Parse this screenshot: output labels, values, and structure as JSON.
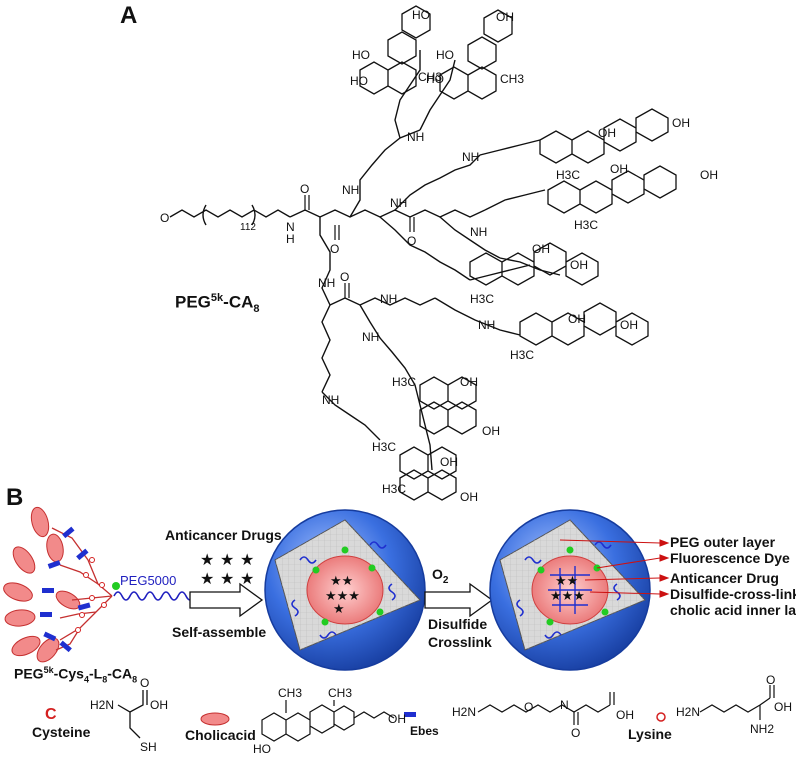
{
  "panels": {
    "a_label": "A",
    "b_label": "B"
  },
  "panel_a": {
    "polymer_name_main": "PEG",
    "polymer_name_sup": "5k",
    "polymer_name_dash": "-CA",
    "polymer_name_sub": "8",
    "peg_repeat": "112",
    "ch3_label": "CH3",
    "h3c_label": "H3C",
    "oh_label": "OH",
    "ho_label": "HO",
    "nh_label": "NH",
    "n_label": "N",
    "h_label": "H",
    "o_label": "O"
  },
  "panel_b": {
    "peg_chain_label": "PEG5000",
    "telodendrimer_name": {
      "p1": "PEG",
      "s1": "5k",
      "p2": "-Cys",
      "s2": "4",
      "p3": "-L",
      "s3": "8",
      "p4": "-CA",
      "s4": "8"
    },
    "step1_top": "Anticancer Drugs",
    "step1_bottom": "Self-assemble",
    "step2_top_main": "O",
    "step2_top_sub": "2",
    "step2_mid": "Disulfide",
    "step2_bottom": "Crosslink",
    "callouts": [
      "PEG outer layer",
      "Fluorescence Dye",
      "Anticancer Drug",
      "Disulfide-cross-linked",
      "cholic acid inner layer"
    ],
    "colors": {
      "peg_chain": "#1f1fbf",
      "sphere_blue": "#2e5fd6",
      "core_pink": "#f4a0a0",
      "dye_green": "#22cc22",
      "callout_red": "#cc1111",
      "cysteine_red": "#d42020"
    }
  },
  "legend": {
    "cysteine_symbol": "C",
    "cysteine_label": "Cysteine",
    "cholic_label": "Cholicacid",
    "ebes_label": "Ebes",
    "lysine_label": "Lysine",
    "h2n": "H2N",
    "nh2": "NH2",
    "oh": "OH",
    "sh": "SH",
    "o": "O",
    "n": "N",
    "h": "H",
    "ho": "HO",
    "ch3": "CH3"
  }
}
